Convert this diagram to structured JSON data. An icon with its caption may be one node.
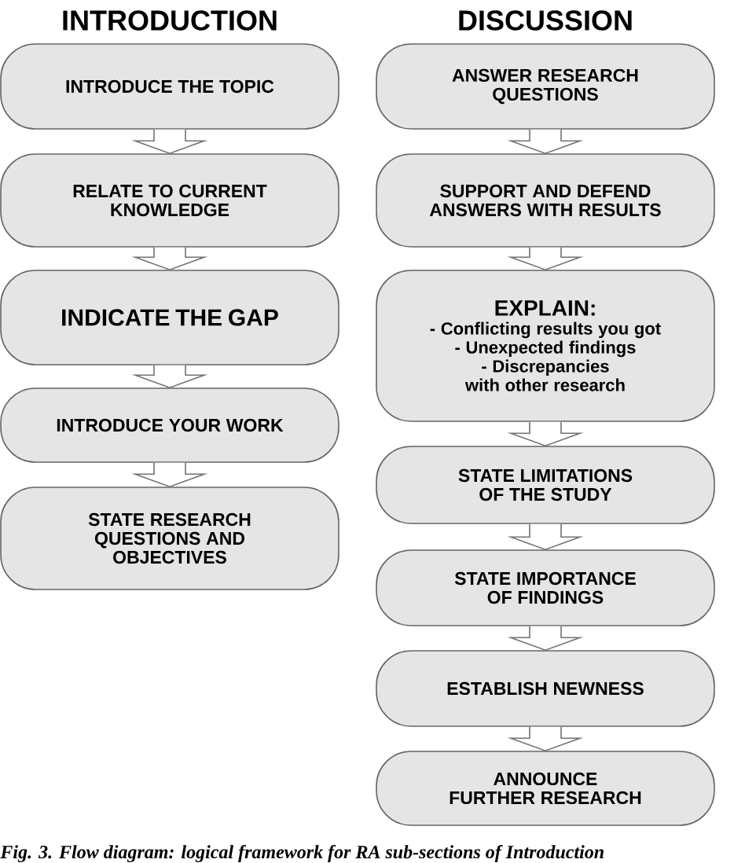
{
  "diagram": {
    "caption": "Fig. 3. Flow diagram: logical framework for RA sub-sections of Introduction",
    "nodes": [
      {
        "text": [
          "INTRODUCE THE TOPIC"
        ]
      },
      {
        "text": [
          "RELATE TO CURRENT KNOWLEDGE"
        ]
      },
      {
        "text": [
          "INDICATE THE GAP"
        ]
      },
      {
        "text": [
          "INTRODUCE YOUR WORK"
        ]
      },
      {
        "text": [
          "STATE RESEARCH QUESTIONS AND OBJECTIVES"
        ]
      },
      {
        "text": [
          "ANSWER RESEARCH QUESTIONS"
        ]
      },
      {
        "text": [
          "SUPPORT AND DEFEND ANSWERS WITH RESULTS"
        ]
      },
      {
        "text": [
          "EXPLAIN:",
          "- Conflicting results you got",
          "- Unexpected findings",
          "- Discrepancies with other research"
        ]
      },
      {
        "text": [
          "STATE LIMITATIONS OF THE STUDY"
        ]
      },
      {
        "text": [
          "STATE IMPORTANCE OF FINDINGS"
        ]
      },
      {
        "text": [
          "ESTABLISH NEWNESS"
        ]
      },
      {
        "text": [
          "ANNOUNCE FURTHER RESEARCH"
        ]
      }
    ],
    "edges": [
      {
        "from": 0,
        "to": 1,
        "arrow": "to"
      },
      {
        "from": 1,
        "to": 2,
        "arrow": "to"
      },
      {
        "from": 2,
        "to": 3,
        "arrow": "to"
      },
      {
        "from": 3,
        "to": 4,
        "arrow": "to"
      },
      {
        "from": 5,
        "to": 6,
        "arrow": "to"
      },
      {
        "from": 6,
        "to": 7,
        "arrow": "to"
      },
      {
        "from": 7,
        "to": 8,
        "arrow": "to"
      },
      {
        "from": 8,
        "to": 9,
        "arrow": "to"
      },
      {
        "from": 9,
        "to": 10,
        "arrow": "to"
      },
      {
        "from": 10,
        "to": 11,
        "arrow": "to"
      }
    ],
    "labels": [
      "INTRODUCTION",
      "DISCUSSION"
    ]
  }
}
